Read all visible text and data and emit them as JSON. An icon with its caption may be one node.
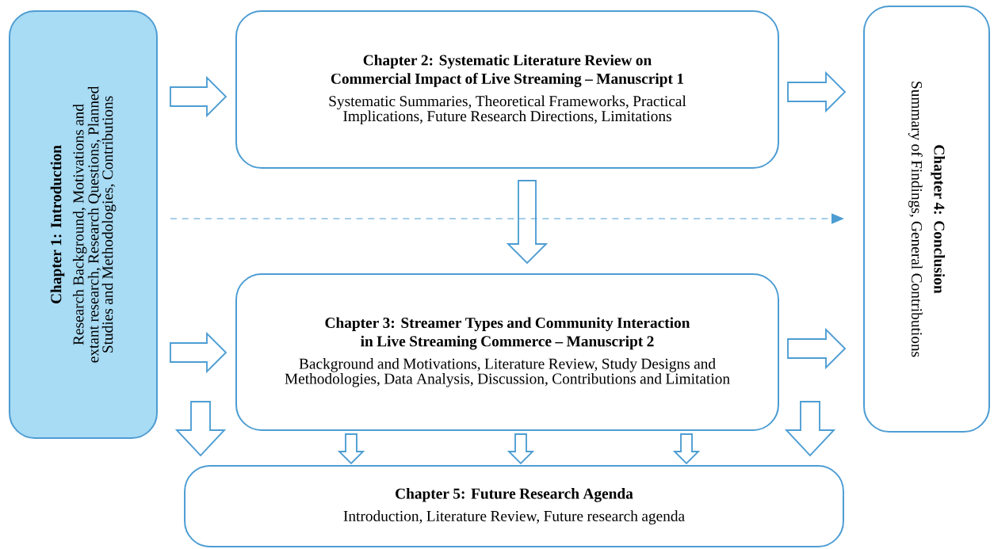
{
  "diagram": {
    "nodes": [
      {
        "text": [
          "Chapter 1: Introduction",
          "Research Background, Motivations and extant research, Research Questions, Planned Studies and Methodologies, Contributions"
        ]
      },
      {
        "text": [
          "Chapter 2: Systematic Literature Review on Commercial Impact of Live Streaming – Manuscript 1",
          "Systematic Summaries, Theoretical Frameworks, Practical Implications, Future Research Directions, Limitations"
        ]
      },
      {
        "text": [
          "Chapter 3: Streamer Types and Community Interaction in Live Streaming Commerce – Manuscript 2",
          "Background and Motivations, Literature Review, Study Designs and Methodologies, Data Analysis, Discussion, Contributions and Limitation"
        ]
      },
      {
        "text": [
          "Chapter 4: Conclusion",
          "Summary of Findings, General Contributions"
        ]
      },
      {
        "text": [
          "Chapter 5: Future Research Agenda",
          "Introduction, Literature Review, Future research agenda"
        ]
      }
    ],
    "edges": [
      {
        "from": 0,
        "to": 1,
        "arrow": "to"
      },
      {
        "from": 0,
        "to": 2,
        "arrow": "to"
      },
      {
        "from": 1,
        "to": 3,
        "arrow": "to"
      },
      {
        "from": 2,
        "to": 3,
        "arrow": "to"
      },
      {
        "from": 1,
        "to": 2,
        "arrow": "to"
      },
      {
        "from": 0,
        "to": 3,
        "arrow": "to",
        "style": "dashed"
      },
      {
        "from": 0,
        "to": 4,
        "arrow": "to"
      },
      {
        "from": 2,
        "to": 4,
        "arrow": "to"
      },
      {
        "from": 2,
        "to": 4,
        "arrow": "to"
      },
      {
        "from": 2,
        "to": 4,
        "arrow": "to"
      },
      {
        "from": 3,
        "to": 4,
        "arrow": "to"
      }
    ]
  }
}
